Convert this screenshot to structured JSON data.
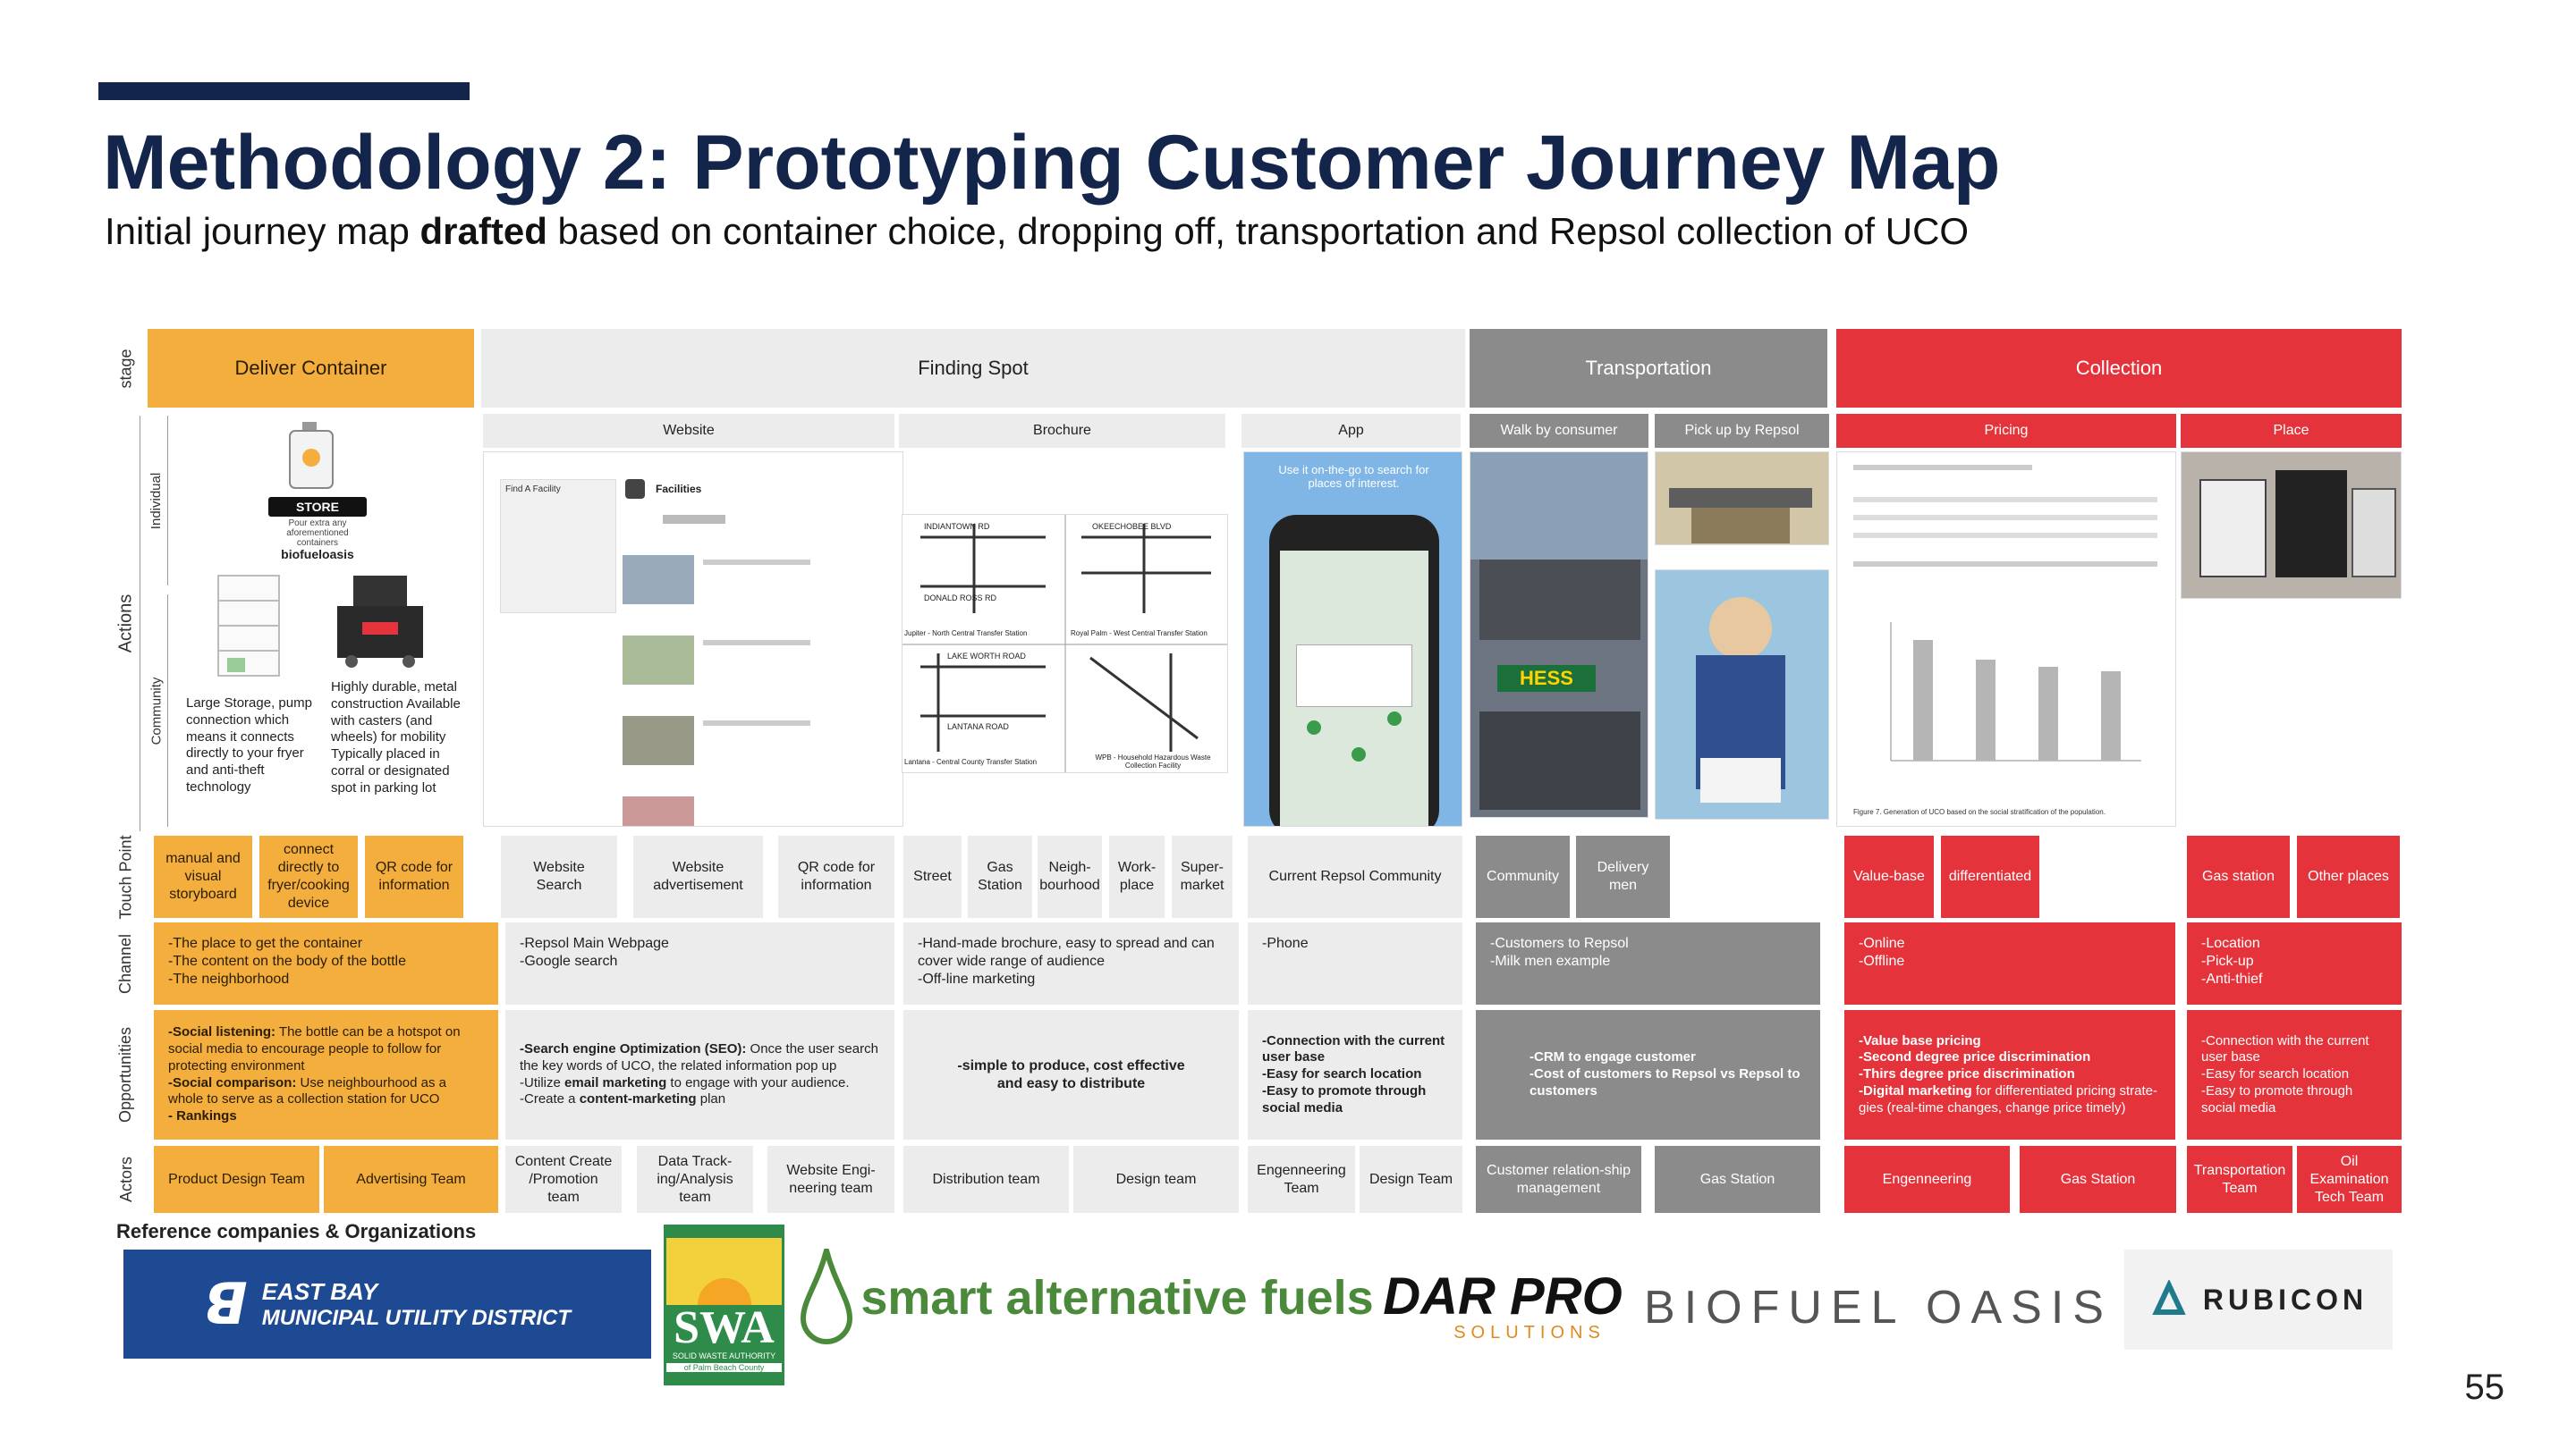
{
  "slide": {
    "title": "Methodology 2: Prototyping Customer Journey Map",
    "subtitle_pre": "Initial journey map ",
    "subtitle_bold": "drafted",
    "subtitle_post": " based on container choice, dropping off, transportation and Repsol collection of UCO",
    "page_number": "55"
  },
  "row_labels": {
    "stage": "stage",
    "actions": "Actions",
    "individual": "Individual",
    "community": "Community",
    "touch_point": "Touch Point",
    "channel": "Channel",
    "opportunities": "Opportunities",
    "actors": "Actors"
  },
  "stages": {
    "deliver": "Deliver Container",
    "finding": "Finding Spot",
    "transportation": "Transportation",
    "collection": "Collection"
  },
  "substages": {
    "website": "Website",
    "brochure": "Brochure",
    "app": "App",
    "walk": "Walk by consumer",
    "pickup": "Pick up by Repsol",
    "pricing": "Pricing",
    "place": "Place"
  },
  "actions": {
    "store_label": "STORE",
    "store_small": "Pour extra any aforementioned containers",
    "biofueloasis": "biofueloasis",
    "pump_text": "Large Storage, pump connection which means it connects directly to your fryer and anti-theft technology",
    "casters_text": "Highly durable, metal construction Available with casters (and wheels) for mobility Typically placed in corral or designated spot in parking lot",
    "facilities_heading": "Facilities",
    "find_facility": "Find A Facility",
    "app_caption": "Use it on-the-go to search for places of interest.",
    "map_labels": {
      "indiantown": "INDIANTOWN RD",
      "okeechobee": "OKEECHOBEE BLVD",
      "donald_ross": "DONALD ROSS RD",
      "jupiter": "Jupiter - North Central Transfer Station",
      "royal_palm": "Royal Palm - West Central Transfer Station",
      "lake_worth": "LAKE WORTH ROAD",
      "lantana_rd": "LANTANA ROAD",
      "lantana": "Lantana - Central County Transfer Station",
      "wpb": "WPB - Household Hazardous Waste Collection Facility"
    },
    "hess_sign": "HESS",
    "chart_caption": "Figure 7. Generation of UCO based on the social stratification of the population."
  },
  "touchpoints": {
    "d1": "manual and visual storyboard",
    "d2": "connect directly to fryer/cooking device",
    "d3": "QR code for information",
    "w1": "Website Search",
    "w2": "Website advertisement",
    "w3": "QR code for information",
    "b1": "Street",
    "b2": "Gas Station",
    "b3": "Neigh-bourhood",
    "b4": "Work-place",
    "b5": "Super-market",
    "a1": "Current Repsol Community",
    "t1": "Community",
    "t2": "Delivery men",
    "c1": "Value-base",
    "c2": "differentiated",
    "c3": "Gas station",
    "c4": "Other places"
  },
  "channels": {
    "deliver": [
      "-The place to get the container",
      "-The content on the body of the bottle",
      "-The neighborhood"
    ],
    "website": [
      "-Repsol Main Webpage",
      "-Google search"
    ],
    "brochure": [
      "-Hand-made brochure, easy to spread and can cover wide range of audience",
      "-Off-line marketing"
    ],
    "app": [
      "-Phone"
    ],
    "transportation": [
      "-Customers to Repsol",
      "-Milk men example"
    ],
    "pricing": [
      "-Online",
      "-Offline"
    ],
    "place": [
      "-Location",
      "-Pick-up",
      "-Anti-thief"
    ]
  },
  "opportunities": {
    "deliver_1b": "-Social listening:",
    "deliver_1": " The bottle can be a hotspot on social media to encourage people to follow for protecting environment",
    "deliver_2b": "-Social comparison:",
    "deliver_2": " Use neighbourhood as a whole to serve as a collection station for UCO",
    "deliver_3b": "- Rankings",
    "website_1b": "-Search engine Optimization (SEO):",
    "website_1": " Once the user search the key words of UCO, the related information pop up",
    "website_2": "-Utilize ",
    "website_2b": "email marketing",
    "website_2c": " to engage with your audience.",
    "website_3": "-Create a ",
    "website_3b": "content-marketing",
    "website_3c": " plan",
    "brochure": "-simple to produce, cost effective and easy to distribute",
    "app_1": "-Connection with the current user base",
    "app_2": "-Easy for search location",
    "app_3": "-Easy to promote through social media",
    "transportation_1": "-CRM to engage customer",
    "transportation_2": "-Cost of customers to Repsol vs Repsol to customers",
    "pricing_1": "-Value base pricing",
    "pricing_2": "-Second degree price discrimination",
    "pricing_3": "-Thirs degree price discrimination",
    "pricing_4b": "-Digital marketing",
    "pricing_4": " for differentiated pricing strate-gies (real-time changes, change price timely)",
    "place_1": "-Connection with the current user base",
    "place_2": "-Easy for search location",
    "place_3": "-Easy to promote through social media"
  },
  "actors": {
    "a1": "Product Design Team",
    "a2": "Advertising Team",
    "a3": "Content Create /Promotion team",
    "a4": "Data Track-ing/Analysis team",
    "a5": "Website Engi-neering team",
    "a6": "Distribution team",
    "a7": "Design team",
    "a8": "Engenneering Team",
    "a9": "Design Team",
    "a10": "Customer relation-ship management",
    "a11": "Gas Station",
    "a12": "Engenneering",
    "a13": "Gas Station",
    "a14": "Transportation Team",
    "a15": "Oil Examination Tech Team"
  },
  "references": {
    "heading": "Reference companies & Organizations",
    "ebmud_line1": "EAST BAY",
    "ebmud_line2": "MUNICIPAL UTILITY DISTRICT",
    "swa": "SWA",
    "swa_sub": "SOLID WASTE AUTHORITY",
    "swa_sub2": "of Palm Beach County",
    "saf": "smart alternative fuels",
    "darpro": "DAR PRO",
    "darpro_sub": "SOLUTIONS",
    "biofuel_oasis": "BIOFUEL OASIS",
    "rubicon": "RUBICON"
  },
  "colors": {
    "navy": "#14254b",
    "orange": "#f4ae3d",
    "gray": "#8b8b8b",
    "light_gray": "#ececec",
    "red": "#e5333c",
    "ebmud_blue": "#1e4a93",
    "swa_green": "#2f8b4a"
  }
}
